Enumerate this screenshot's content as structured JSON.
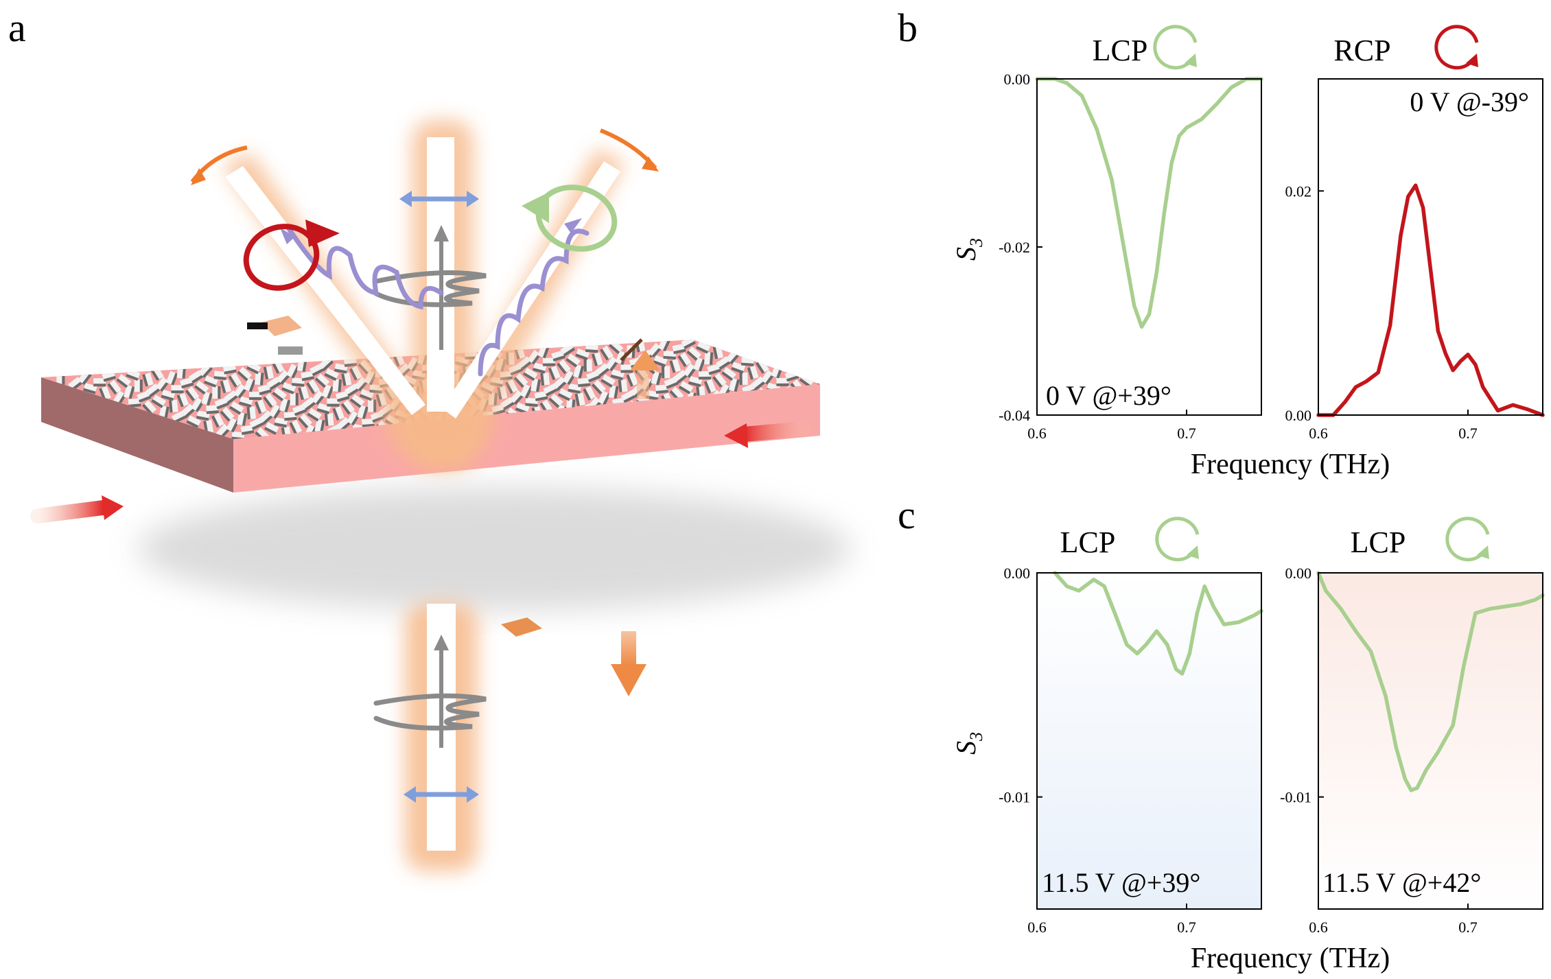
{
  "panel_letters": {
    "a": "a",
    "b": "b",
    "c": "c"
  },
  "colors": {
    "lcp": "#a8cf8e",
    "rcp": "#c3151b",
    "slab_top": "#f7a0a0",
    "slab_side": "#a06a6a",
    "tile": "#f2f2f2",
    "beam_glow": "#f6b98a",
    "linear_pol_arrow": "#7f9edc",
    "photon_wave": "#9a8fd0",
    "input_wave": "#8a8a8a",
    "bias_arrow": "#e22b2b",
    "deform_arrow": "#f09b5a",
    "blue_bg": "#e8f0fa",
    "peach_bg": "#fbe9e3"
  },
  "illustration": {
    "icons": [
      "metasurface-slab",
      "terahertz-beam",
      "circular-polarization-arrow",
      "linear-polarization-arrow",
      "wave-packet",
      "voltage-arrow",
      "strain-arrow"
    ]
  },
  "chart_data": [
    {
      "type": "line",
      "panel": "b",
      "title": "LCP",
      "title_icon": "lcp-circle-icon",
      "xlabel": "Frequency (THz)",
      "ylabel": "S3",
      "xlim": [
        0.6,
        0.75
      ],
      "ylim": [
        -0.04,
        0.0
      ],
      "xticks": [
        "0.6",
        "0.7"
      ],
      "yticks": [
        "0.00",
        "-0.02",
        "-0.04"
      ],
      "annotation": "0 V @+39°",
      "background": "none",
      "series": [
        {
          "color": "#a8cf8e",
          "x": [
            0.6,
            0.612,
            0.62,
            0.63,
            0.64,
            0.65,
            0.66,
            0.665,
            0.67,
            0.675,
            0.68,
            0.685,
            0.69,
            0.695,
            0.7,
            0.71,
            0.72,
            0.73,
            0.74,
            0.75
          ],
          "y": [
            0.0,
            0.0,
            -0.0005,
            -0.002,
            -0.006,
            -0.012,
            -0.022,
            -0.027,
            -0.0295,
            -0.028,
            -0.023,
            -0.016,
            -0.01,
            -0.0068,
            -0.0058,
            -0.0048,
            -0.003,
            -0.001,
            0.0,
            0.0
          ]
        }
      ]
    },
    {
      "type": "line",
      "panel": "b",
      "title": "RCP",
      "title_icon": "rcp-circle-icon",
      "xlabel": "Frequency (THz)",
      "ylabel": "",
      "xlim": [
        0.6,
        0.75
      ],
      "ylim": [
        0.0,
        0.03
      ],
      "xticks": [
        "0.6",
        "0.7"
      ],
      "yticks": [
        "0.00",
        "0.02"
      ],
      "annotation": "0 V @-39°",
      "background": "none",
      "series": [
        {
          "color": "#c3151b",
          "x": [
            0.6,
            0.61,
            0.618,
            0.625,
            0.632,
            0.64,
            0.648,
            0.655,
            0.66,
            0.665,
            0.67,
            0.675,
            0.68,
            0.685,
            0.69,
            0.695,
            0.7,
            0.705,
            0.71,
            0.72,
            0.73,
            0.74,
            0.75
          ],
          "y": [
            0.0,
            0.0,
            0.0012,
            0.0025,
            0.003,
            0.0038,
            0.008,
            0.016,
            0.0195,
            0.0205,
            0.0185,
            0.013,
            0.0075,
            0.0055,
            0.004,
            0.0048,
            0.0054,
            0.0045,
            0.0025,
            0.0004,
            0.0009,
            0.0005,
            0.0
          ]
        }
      ]
    },
    {
      "type": "line",
      "panel": "c",
      "title": "LCP",
      "title_icon": "lcp-circle-icon",
      "xlabel": "Frequency (THz)",
      "ylabel": "S3",
      "xlim": [
        0.6,
        0.75
      ],
      "ylim": [
        -0.015,
        0.0
      ],
      "xticks": [
        "0.6",
        "0.7"
      ],
      "yticks": [
        "0.00",
        "-0.01"
      ],
      "annotation": "11.5 V @+39°",
      "background": "blue",
      "series": [
        {
          "color": "#a8cf8e",
          "x": [
            0.612,
            0.62,
            0.628,
            0.638,
            0.645,
            0.652,
            0.66,
            0.667,
            0.673,
            0.68,
            0.687,
            0.693,
            0.697,
            0.702,
            0.707,
            0.712,
            0.718,
            0.725,
            0.735,
            0.745,
            0.75
          ],
          "y": [
            0.0,
            -0.0006,
            -0.0008,
            -0.0003,
            -0.0006,
            -0.0018,
            -0.0032,
            -0.0036,
            -0.0032,
            -0.0026,
            -0.0032,
            -0.0043,
            -0.0045,
            -0.0036,
            -0.0018,
            -0.0006,
            -0.0015,
            -0.0023,
            -0.0022,
            -0.0019,
            -0.0017
          ]
        }
      ]
    },
    {
      "type": "line",
      "panel": "c",
      "title": "LCP",
      "title_icon": "lcp-circle-icon",
      "xlabel": "Frequency (THz)",
      "ylabel": "",
      "xlim": [
        0.6,
        0.75
      ],
      "ylim": [
        -0.015,
        0.0
      ],
      "xticks": [
        "0.6",
        "0.7"
      ],
      "yticks": [
        "0.00",
        "-0.01"
      ],
      "annotation": "11.5 V @+42°",
      "background": "peach",
      "series": [
        {
          "color": "#a8cf8e",
          "x": [
            0.6,
            0.605,
            0.615,
            0.625,
            0.635,
            0.645,
            0.652,
            0.658,
            0.662,
            0.666,
            0.672,
            0.68,
            0.69,
            0.697,
            0.705,
            0.715,
            0.725,
            0.735,
            0.745,
            0.75
          ],
          "y": [
            0.0,
            -0.0008,
            -0.0016,
            -0.0026,
            -0.0035,
            -0.0055,
            -0.0078,
            -0.0092,
            -0.0097,
            -0.0096,
            -0.0088,
            -0.008,
            -0.0068,
            -0.0042,
            -0.0018,
            -0.0016,
            -0.0015,
            -0.0014,
            -0.0012,
            -0.001
          ]
        }
      ]
    }
  ]
}
